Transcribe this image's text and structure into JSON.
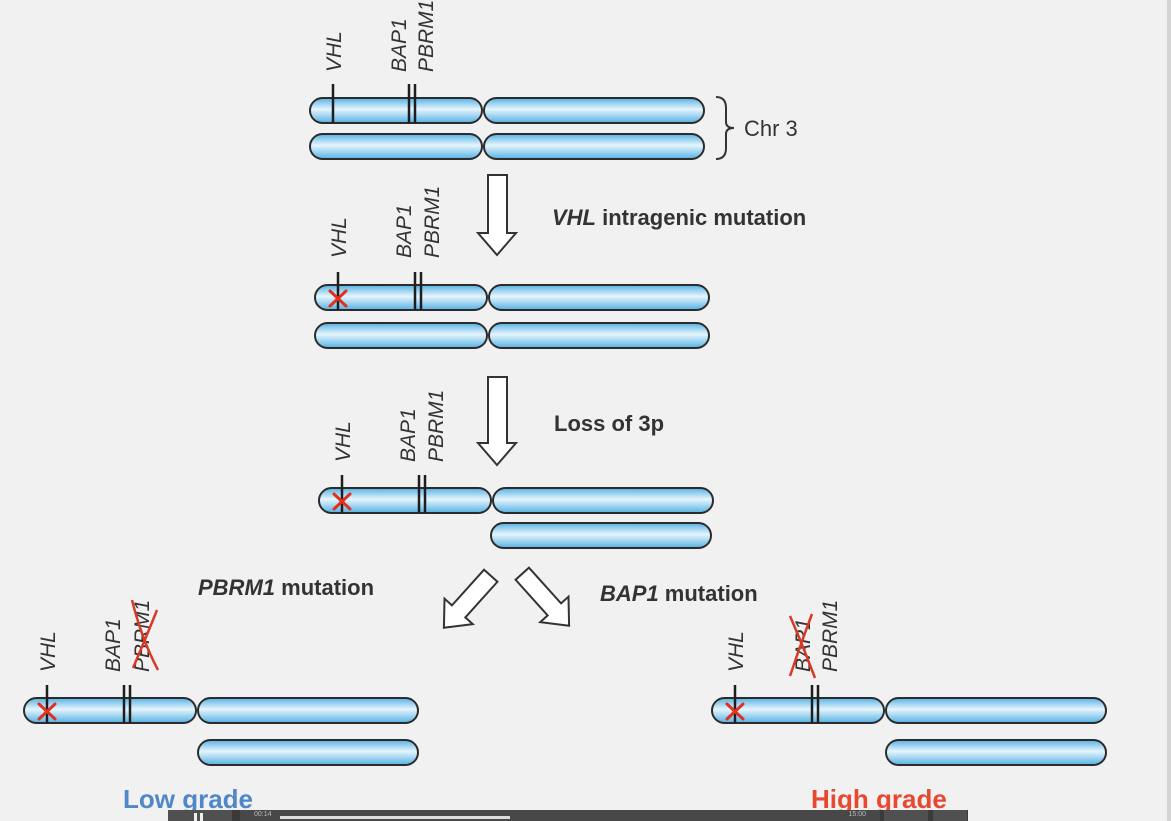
{
  "genes": {
    "vhl": "VHL",
    "bap1": "BAP1",
    "pbrm1": "PBRM1"
  },
  "chr_label": "Chr 3",
  "steps": {
    "step1_italic": "VHL",
    "step1_rest": " intragenic mutation",
    "step2": "Loss of 3p",
    "left_italic": "PBRM1",
    "left_rest": " mutation",
    "right_italic": "BAP1",
    "right_rest": " mutation"
  },
  "outcomes": {
    "low": {
      "label": "Low grade",
      "color": "#4f87c9"
    },
    "high": {
      "label": "High grade",
      "color": "#e8482f"
    }
  },
  "player": {
    "current_time": "00:14",
    "total_time": "15:00",
    "play_icon": "pause-icon",
    "fullscreen_icon": "fullscreen-icon",
    "volume_icon": "volume-icon"
  },
  "colors": {
    "chromosome_light": "#e6f5fd",
    "chromosome_mid": "#8fd0f1",
    "chromosome_dark": "#55b1e3",
    "mutation": "#e0301e"
  }
}
